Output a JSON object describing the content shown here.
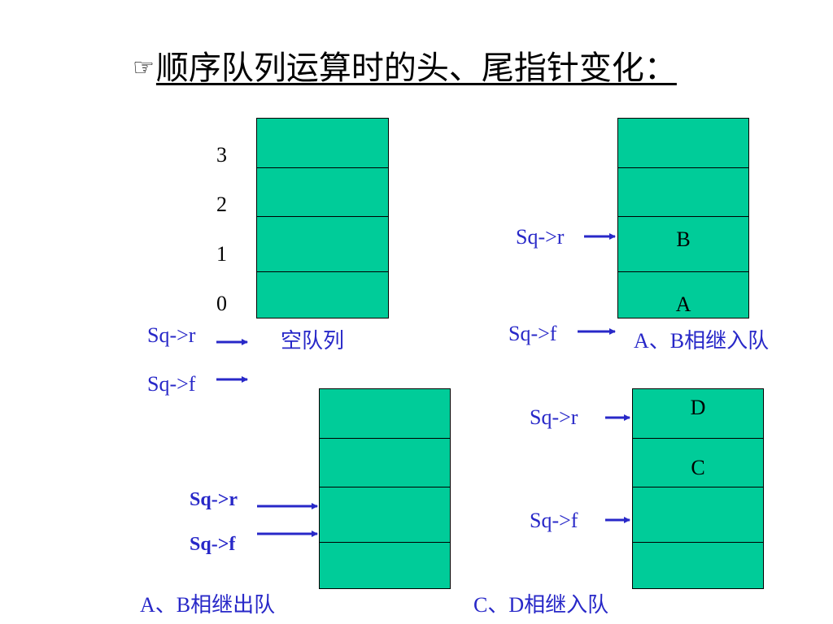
{
  "title": {
    "icon": "pointing-hand-icon",
    "text": "顺序队列运算时的头、尾指针变化："
  },
  "indices": [
    "3",
    "2",
    "1",
    "0"
  ],
  "pointers": {
    "rear": "Sq->r",
    "front": "Sq->f"
  },
  "panels": {
    "empty": {
      "caption": "空队列",
      "cells": [
        "",
        "",
        "",
        ""
      ]
    },
    "enqueue_ab": {
      "caption": "A、B相继入队",
      "cells": [
        "",
        "",
        "B",
        "A"
      ]
    },
    "dequeue_ab": {
      "caption": "A、B相继出队",
      "cells": [
        "",
        "",
        "",
        ""
      ]
    },
    "enqueue_cd": {
      "caption": "C、D相继入队",
      "cells": [
        "D",
        "C",
        "",
        ""
      ]
    }
  },
  "colors": {
    "cell_fill": "#00cc99",
    "pointer_text": "#2828c8",
    "arrow": "#2828c8"
  }
}
